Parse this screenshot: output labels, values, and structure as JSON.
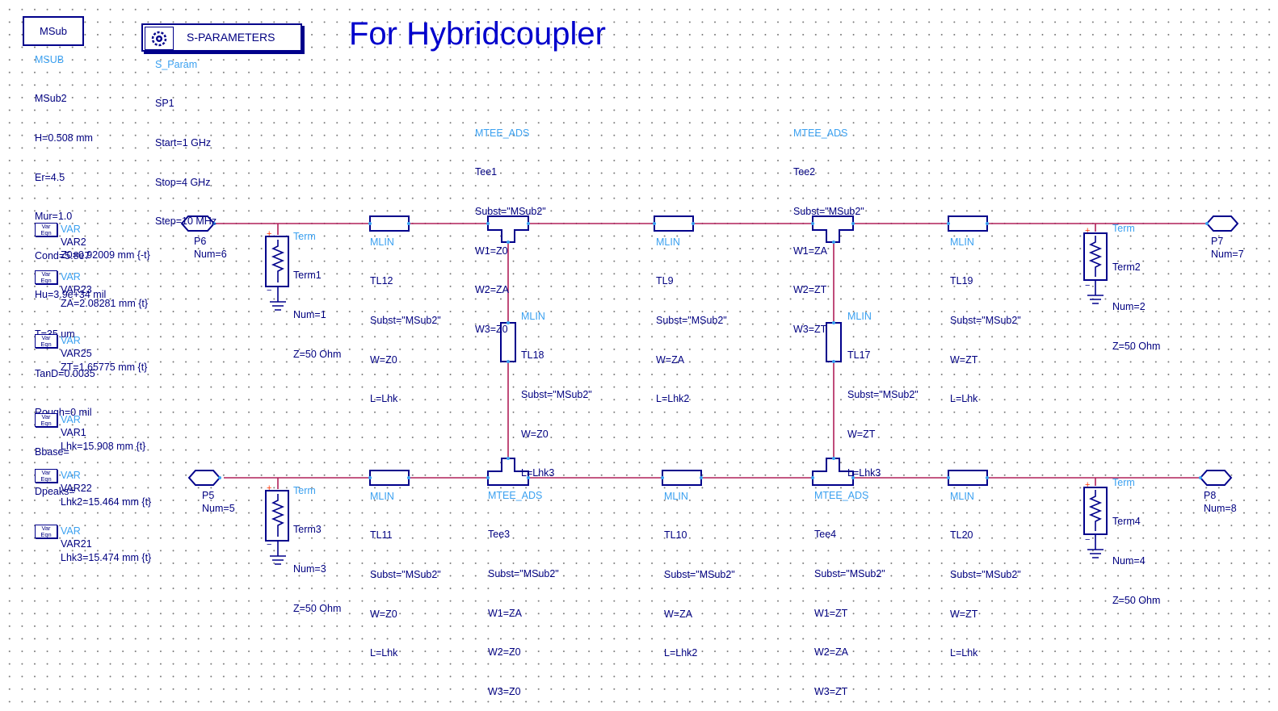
{
  "title": "For Hybridcoupler",
  "msub_box": {
    "label": "MSub"
  },
  "msub": {
    "header": "MSUB",
    "lines": [
      "MSub2",
      "H=0.508 mm",
      "Er=4.5",
      "Mur=1.0",
      "Cond=5.8e7",
      "Hu=3.9e+34 mil",
      "T=35 um",
      "TanD=0.0035",
      "Rough=0 mil",
      "Bbase=",
      "Dpeaks="
    ]
  },
  "sparam_box": {
    "label": "S-PARAMETERS",
    "icon": "sparam-gear-icon"
  },
  "sparam": {
    "header": "S_Param",
    "lines": [
      "SP1",
      "Start=1 GHz",
      "Stop=4 GHz",
      "Step=10 MHz"
    ]
  },
  "var_icon_text": [
    "Var",
    "Eqn"
  ],
  "vars": [
    {
      "header": "VAR",
      "name": "VAR2",
      "expr": "Z0=0.92009 mm {-t}"
    },
    {
      "header": "VAR",
      "name": "VAR23",
      "expr": "ZA=2.08281 mm {t}"
    },
    {
      "header": "VAR",
      "name": "VAR25",
      "expr": "ZT=1.65775 mm {t}"
    },
    {
      "header": "VAR",
      "name": "VAR1",
      "expr": "Lhk=15.908 mm {t}"
    },
    {
      "header": "VAR",
      "name": "VAR22",
      "expr": "Lhk2=15.464 mm {t}"
    },
    {
      "header": "VAR",
      "name": "VAR21",
      "expr": "Lhk3=15.474 mm {t}"
    }
  ],
  "ports": [
    {
      "name": "P6",
      "num": "Num=6"
    },
    {
      "name": "P7",
      "num": "Num=7"
    },
    {
      "name": "P5",
      "num": "Num=5"
    },
    {
      "name": "P8",
      "num": "Num=8"
    }
  ],
  "terms": [
    {
      "header": "Term",
      "lines": [
        "Term1",
        "Num=1",
        "Z=50 Ohm"
      ]
    },
    {
      "header": "Term",
      "lines": [
        "Term2",
        "Num=2",
        "Z=50 Ohm"
      ]
    },
    {
      "header": "Term",
      "lines": [
        "Term3",
        "Num=3",
        "Z=50 Ohm"
      ]
    },
    {
      "header": "Term",
      "lines": [
        "Term4",
        "Num=4",
        "Z=50 Ohm"
      ]
    }
  ],
  "mlins": [
    {
      "header": "MLIN",
      "lines": [
        "TL12",
        "Subst=\"MSub2\"",
        "W=Z0",
        "L=Lhk"
      ]
    },
    {
      "header": "MLIN",
      "lines": [
        "TL9",
        "Subst=\"MSub2\"",
        "W=ZA",
        "L=Lhk2"
      ]
    },
    {
      "header": "MLIN",
      "lines": [
        "TL19",
        "Subst=\"MSub2\"",
        "W=ZT",
        "L=Lhk"
      ]
    },
    {
      "header": "MLIN",
      "lines": [
        "TL18",
        "Subst=\"MSub2\"",
        "W=Z0",
        "L=Lhk3"
      ]
    },
    {
      "header": "MLIN",
      "lines": [
        "TL17",
        "Subst=\"MSub2\"",
        "W=ZT",
        "L=Lhk3"
      ]
    },
    {
      "header": "MLIN",
      "lines": [
        "TL11",
        "Subst=\"MSub2\"",
        "W=Z0",
        "L=Lhk"
      ]
    },
    {
      "header": "MLIN",
      "lines": [
        "TL10",
        "Subst=\"MSub2\"",
        "W=ZA",
        "L=Lhk2"
      ]
    },
    {
      "header": "MLIN",
      "lines": [
        "TL20",
        "Subst=\"MSub2\"",
        "W=ZT",
        "L=Lhk"
      ]
    }
  ],
  "tees": [
    {
      "header": "MTEE_ADS",
      "lines": [
        "Tee1",
        "Subst=\"MSub2\"",
        "W1=Z0",
        "W2=ZA",
        "W3=Z0"
      ]
    },
    {
      "header": "MTEE_ADS",
      "lines": [
        "Tee2",
        "Subst=\"MSub2\"",
        "W1=ZA",
        "W2=ZT",
        "W3=ZT"
      ]
    },
    {
      "header": "MTEE_ADS",
      "lines": [
        "Tee3",
        "Subst=\"MSub2\"",
        "W1=ZA",
        "W2=Z0",
        "W3=Z0"
      ]
    },
    {
      "header": "MTEE_ADS",
      "lines": [
        "Tee4",
        "Subst=\"MSub2\"",
        "W1=ZT",
        "W2=ZA",
        "W3=ZT"
      ]
    }
  ],
  "colors": {
    "wire": "#b0205a",
    "component": "#00008b",
    "text": "#000080",
    "label_header": "#3aa0f0",
    "title": "#0000cc",
    "pin": "#3aa0f0",
    "term_plus": "#ff3300"
  }
}
